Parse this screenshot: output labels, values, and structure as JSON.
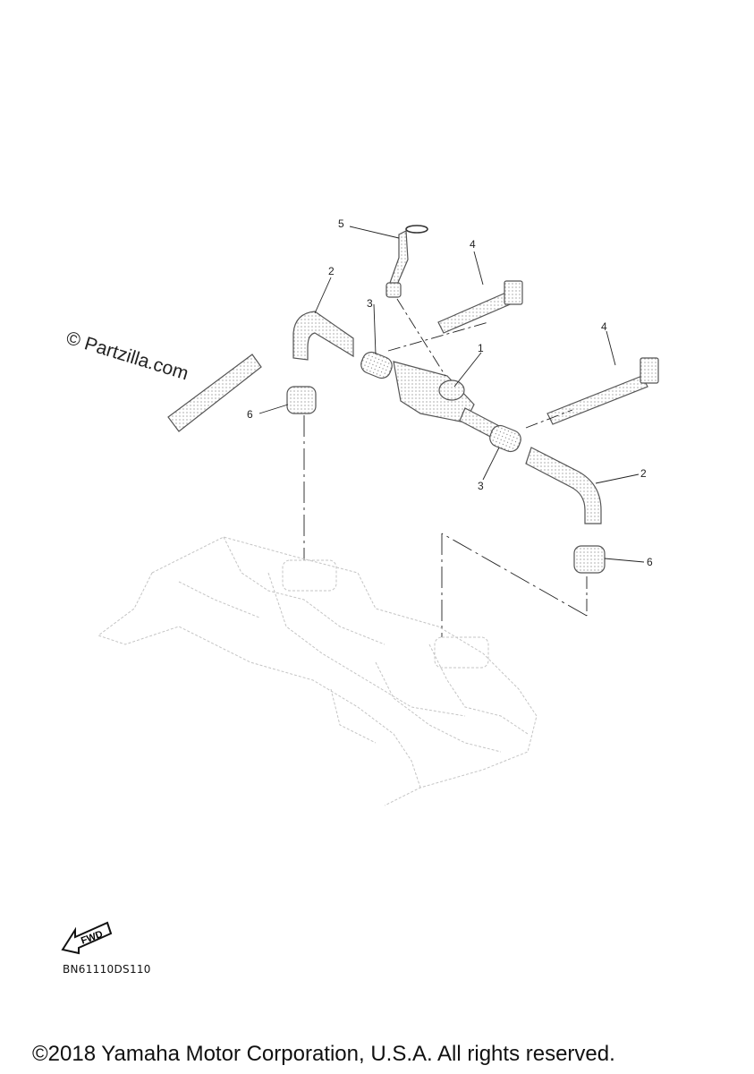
{
  "watermark": "© Partzilla.com",
  "callouts": [
    "1",
    "2",
    "2",
    "3",
    "3",
    "4",
    "4",
    "5",
    "6",
    "6"
  ],
  "fwd_label": "FWD",
  "diagram_code": "BN61110DS110",
  "copyright": "©2018 Yamaha Motor Corporation, U.S.A. All rights reserved."
}
